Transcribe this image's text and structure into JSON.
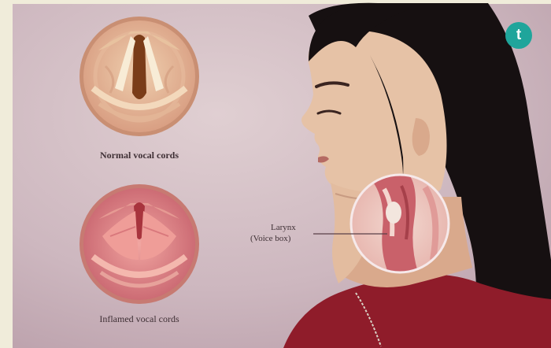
{
  "figure": {
    "normal_caption": "Normal vocal cords",
    "inflamed_caption": "Inflamed vocal cords",
    "larynx_label": "Larynx",
    "larynx_sublabel": "(Voice box)"
  },
  "logo": {
    "glyph": "t",
    "icon": "brand-logo-icon",
    "color": "#1fa59b"
  },
  "colors": {
    "background": "#cfbcc3",
    "hair": "#141010",
    "skin": "#e7c4a8",
    "shirt": "#8f1c2a",
    "healthy_cords": "#f6e3c2",
    "inflamed_tissue": "#e88a8a"
  }
}
